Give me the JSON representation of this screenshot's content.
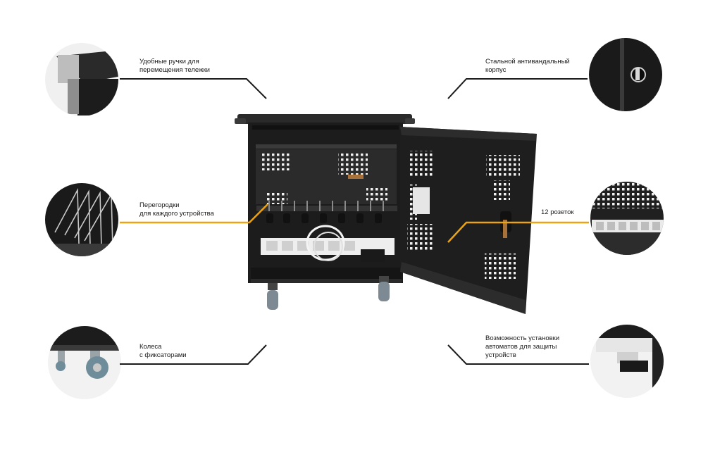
{
  "features": {
    "handles": {
      "lines": [
        "Удобные ручки для",
        "перемещения тележки"
      ]
    },
    "body": {
      "lines": [
        "Стальной антивандальный",
        "корпус"
      ]
    },
    "partitions": {
      "lines": [
        "Перегородки",
        "для каждого устройства"
      ]
    },
    "sockets": {
      "lines": [
        "12 розеток"
      ]
    },
    "wheels": {
      "lines": [
        "Колеса",
        "с фиксаторами"
      ]
    },
    "breakers": {
      "lines": [
        "Возможность установки",
        "автоматов для защиты",
        "устройств"
      ]
    }
  },
  "colors": {
    "accent": "#e8a317",
    "leader": "#1a1a1a",
    "cabinet": "#1c1c1c"
  }
}
